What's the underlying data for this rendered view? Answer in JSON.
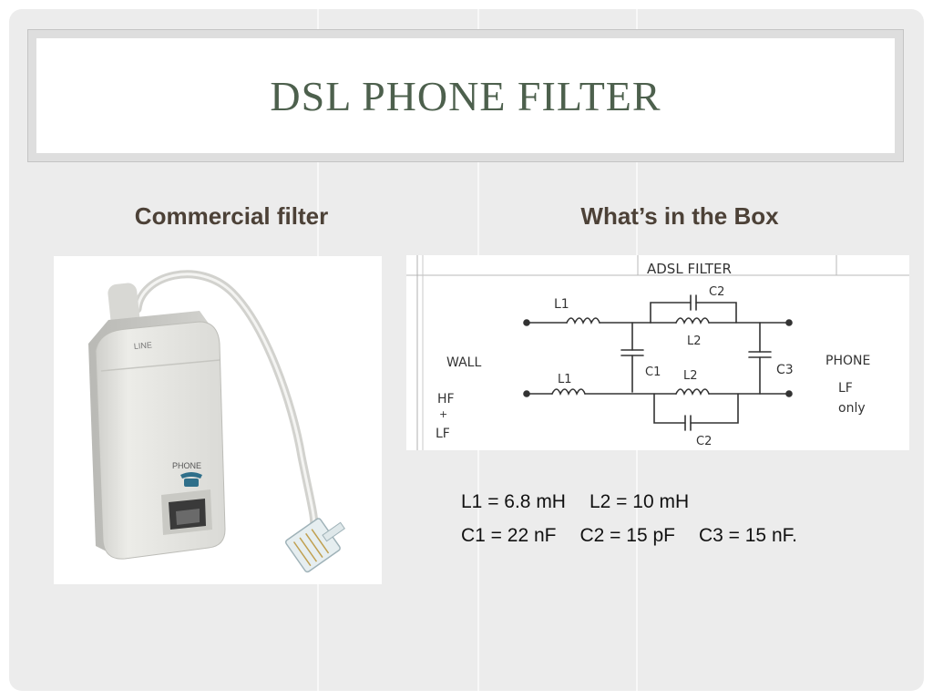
{
  "slide": {
    "title": "DSL PHONE FILTER",
    "left_heading": "Commercial filter",
    "right_heading": "What’s in the Box"
  },
  "photo": {
    "line_label": "LINE",
    "phone_label": "PHONE"
  },
  "schematic": {
    "header": "ADSL FILTER",
    "labels": {
      "l1_top": "L1",
      "l1_bottom": "L1",
      "l2_top": "L2",
      "l2_bottom": "L2",
      "c1": "C1",
      "c2_top": "C2",
      "c2_bottom": "C2",
      "c3": "C3",
      "wall": "WALL",
      "hf": "HF",
      "plus": "+",
      "lf": "LF",
      "phone": "PHONE",
      "lf_only_1": "LF",
      "lf_only_2": "only"
    }
  },
  "component_values": {
    "l1": "L1 = 6.8 mH",
    "l2": "L2 = 10 mH",
    "c1": "C1 = 22 nF",
    "c2": "C2 = 15 pF",
    "c3": "C3 = 15 nF."
  }
}
